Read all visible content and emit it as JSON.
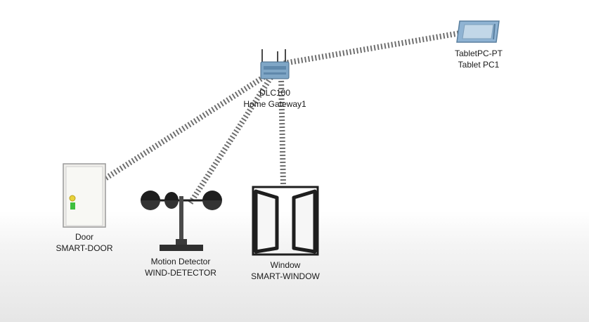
{
  "devices": {
    "tablet": {
      "model": "TabletPC-PT",
      "name": "Tablet PC1",
      "icon": "tablet-icon"
    },
    "gateway": {
      "model": "DLC100",
      "name": "Home Gateway1",
      "icon": "home-gateway-icon"
    },
    "door": {
      "name": "Door",
      "model": "SMART-DOOR",
      "icon": "smart-door-icon"
    },
    "motion": {
      "name": "Motion Detector",
      "model": "WIND-DETECTOR",
      "icon": "anemometer-icon"
    },
    "window": {
      "name": "Window",
      "model": "SMART-WINDOW",
      "icon": "smart-window-icon"
    }
  },
  "connections": [
    {
      "from": "gateway",
      "to": "tablet",
      "type": "wireless"
    },
    {
      "from": "gateway",
      "to": "door",
      "type": "wireless"
    },
    {
      "from": "gateway",
      "to": "motion",
      "type": "wireless"
    },
    {
      "from": "gateway",
      "to": "window",
      "type": "wireless"
    }
  ],
  "colors": {
    "link": "#6e6e6e",
    "device_blue": "#7fa6c6",
    "label_text": "#1a1a1a"
  }
}
